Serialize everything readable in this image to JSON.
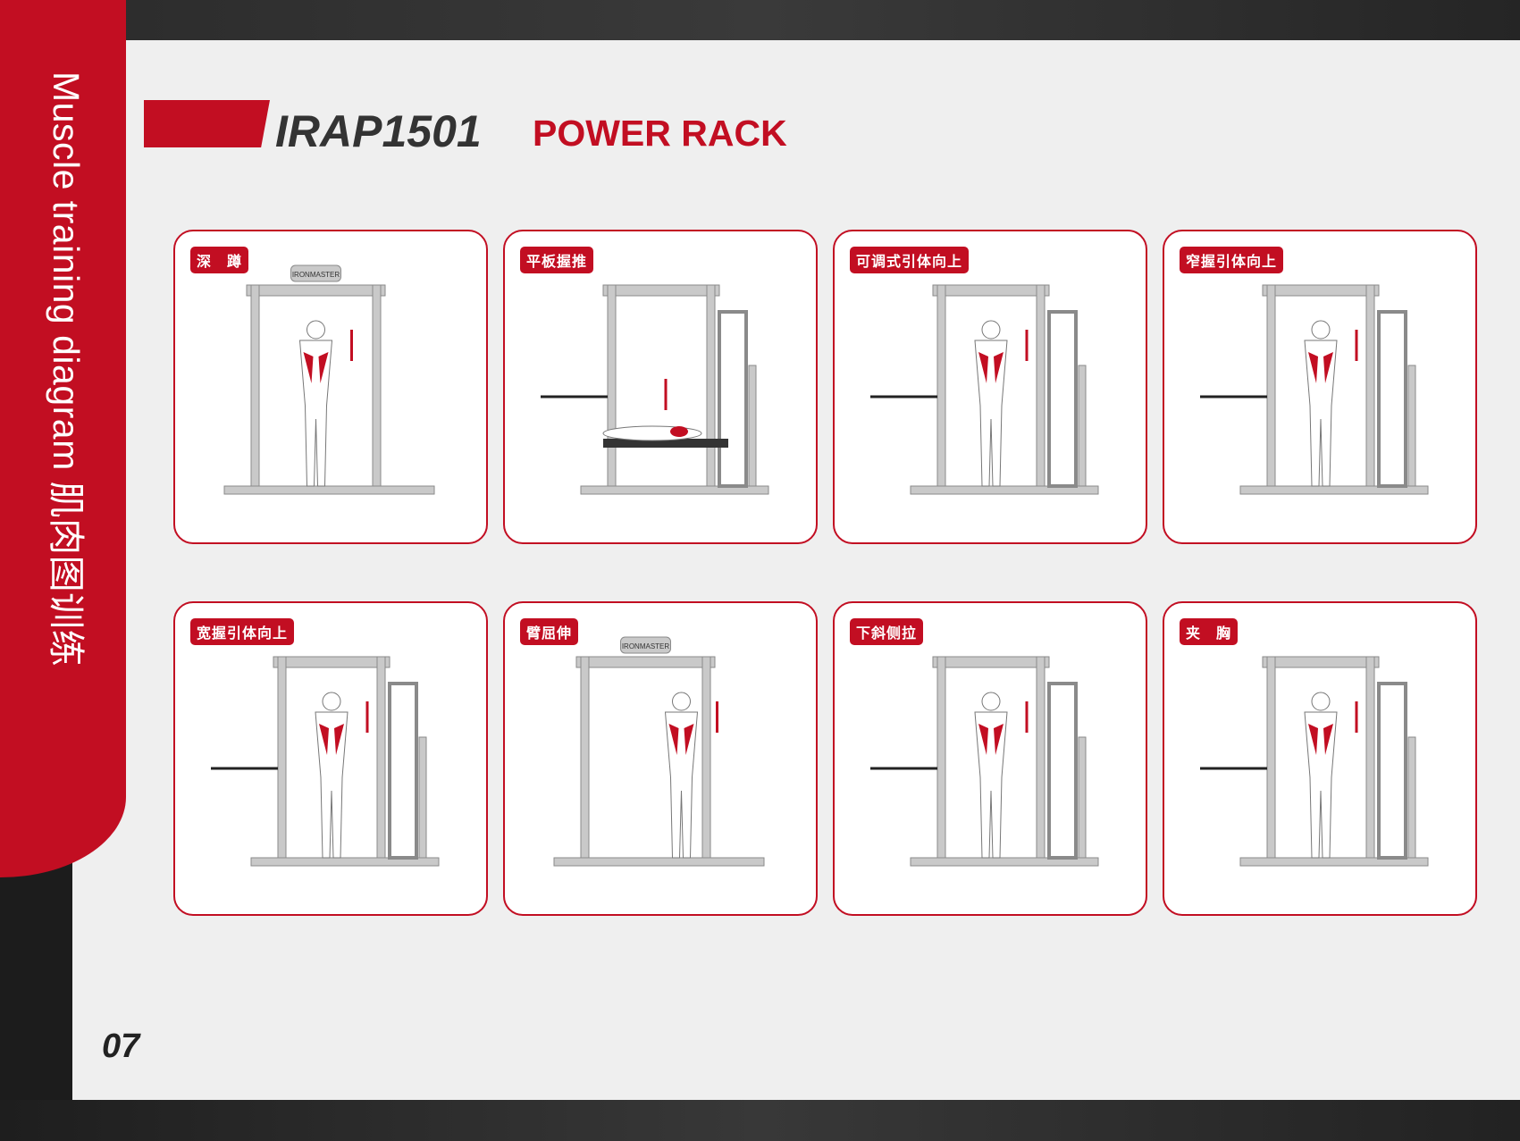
{
  "sidebar": {
    "title": "Muscle training diagram 肌肉图训练"
  },
  "header": {
    "model": "IRAP1501",
    "product": "POWER RACK"
  },
  "cards": [
    {
      "label": "深　蹲",
      "brand": "IRONMASTER"
    },
    {
      "label": "平板握推"
    },
    {
      "label": "可调式引体向上"
    },
    {
      "label": "窄握引体向上"
    },
    {
      "label": "宽握引体向上"
    },
    {
      "label": "臂屈伸",
      "brand": "IRONMASTER"
    },
    {
      "label": "下斜侧拉"
    },
    {
      "label": "夹　胸"
    }
  ],
  "footer": {
    "page": "07"
  },
  "colors": {
    "accent": "#c20e22",
    "dark": "#333333",
    "background": "#efefef"
  }
}
